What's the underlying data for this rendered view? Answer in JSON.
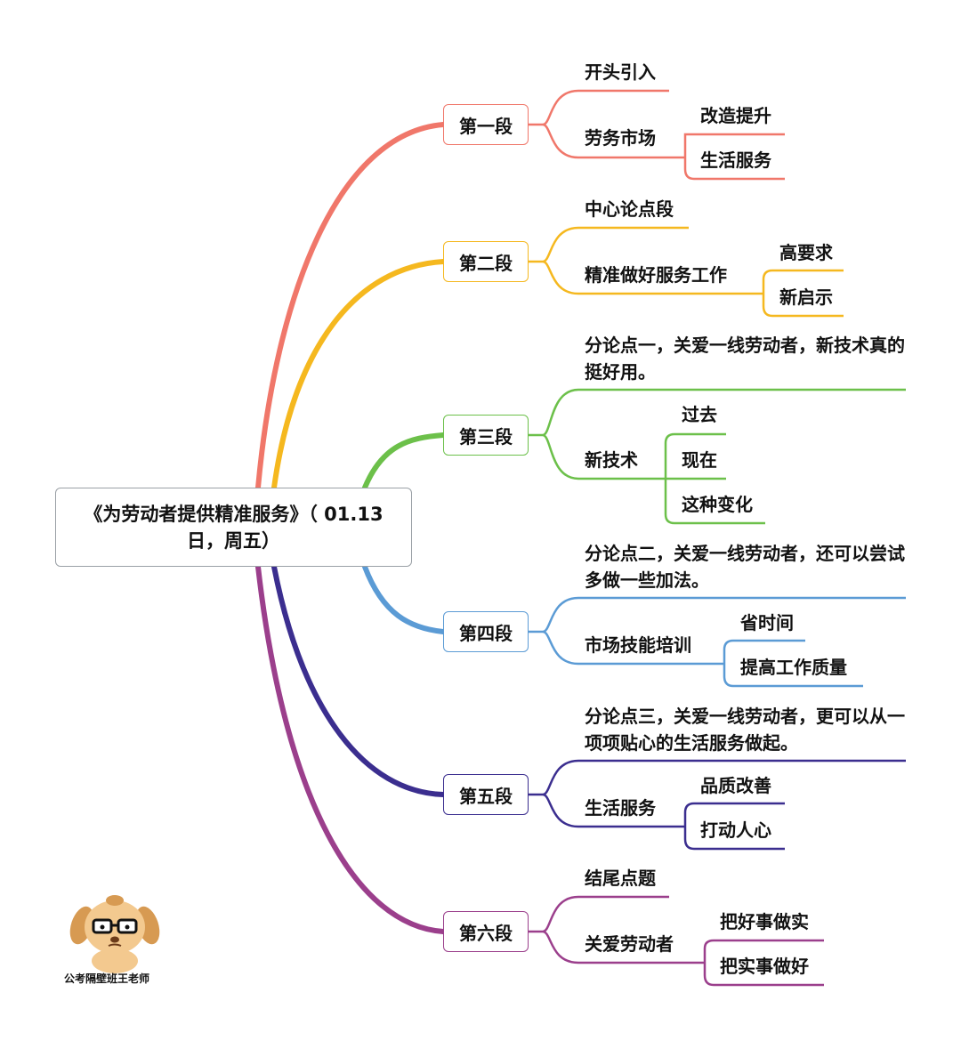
{
  "root": {
    "title_line1": "《为劳动者提供精准服务》（ 01.13",
    "title_line2": "日，周五）"
  },
  "sections": [
    {
      "label": "第一段",
      "color": "#f0776a",
      "children": [
        {
          "text": "开头引入"
        },
        {
          "text": "劳务市场",
          "children": [
            "改造提升",
            "生活服务"
          ]
        }
      ]
    },
    {
      "label": "第二段",
      "color": "#f5b81f",
      "children": [
        {
          "text": "中心论点段"
        },
        {
          "text": "精准做好服务工作",
          "children": [
            "高要求",
            "新启示"
          ]
        }
      ]
    },
    {
      "label": "第三段",
      "color": "#6cc04a",
      "children": [
        {
          "text": "分论点一，关爱一线劳动者，新技术真的挺好用。"
        },
        {
          "text": "新技术",
          "children": [
            "过去",
            "现在",
            "这种变化"
          ]
        }
      ]
    },
    {
      "label": "第四段",
      "color": "#5b9bd5",
      "children": [
        {
          "text": "分论点二，关爱一线劳动者，还可以尝试多做一些加法。"
        },
        {
          "text": "市场技能培训",
          "children": [
            "省时间",
            "提高工作质量"
          ]
        }
      ]
    },
    {
      "label": "第五段",
      "color": "#3b2e8f",
      "children": [
        {
          "text": "分论点三，关爱一线劳动者，更可以从一项项贴心的生活服务做起。"
        },
        {
          "text": "生活服务",
          "children": [
            "品质改善",
            "打动人心"
          ]
        }
      ]
    },
    {
      "label": "第六段",
      "color": "#9b3f8c",
      "children": [
        {
          "text": "结尾点题"
        },
        {
          "text": "关爱劳动者",
          "children": [
            "把好事做实",
            "把实事做好"
          ]
        }
      ]
    }
  ],
  "watermark": {
    "text": "公考隔壁班王老师",
    "icon": "dog-with-glasses-icon"
  }
}
